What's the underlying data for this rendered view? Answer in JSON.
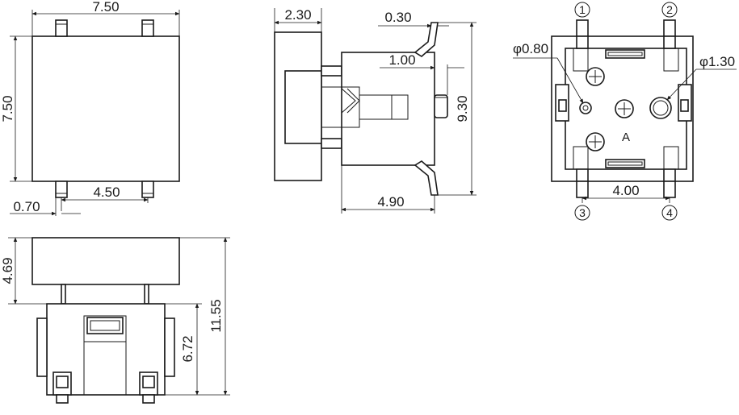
{
  "top_view": {
    "width_label": "7.50",
    "height_label": "7.50",
    "pin_spacing_label": "4.50",
    "pin_width_label": "0.70"
  },
  "side_view": {
    "cap_width_label": "2.30",
    "lead_thickness_label": "0.30",
    "stem_label": "1.00",
    "height_label": "9.30",
    "body_label": "4.90"
  },
  "bottom_view": {
    "small_hole_label": "φ0.80",
    "large_hole_label": "φ1.30",
    "pin_spacing_label": "4.00",
    "marker_label": "A",
    "pins": [
      "1",
      "2",
      "3",
      "4"
    ]
  },
  "front_view": {
    "cap_height_label": "4.69",
    "total_height_label": "11.55",
    "body_height_label": "6.72"
  },
  "colors": {
    "line": "#1a1a1a",
    "background": "#ffffff"
  }
}
